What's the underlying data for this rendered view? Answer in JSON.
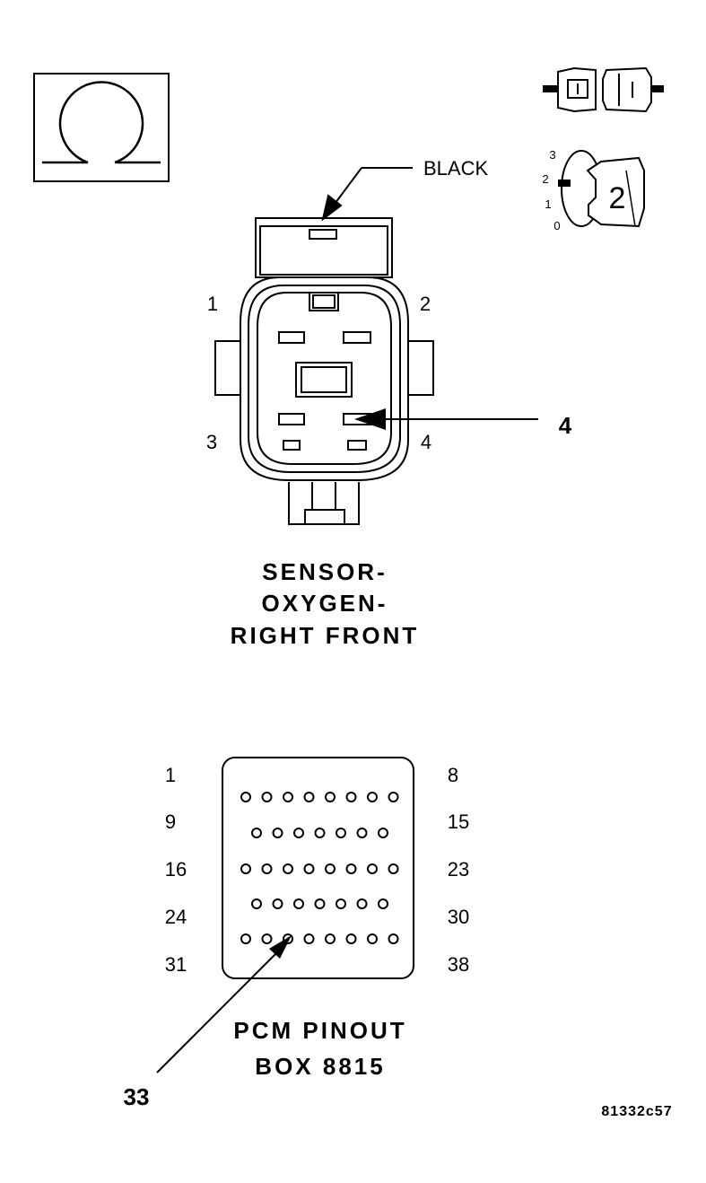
{
  "ohmmeter_icon": {
    "name": "ohm-symbol-icon"
  },
  "disconnect_icon": {
    "name": "disconnect-connector-icon"
  },
  "ignition_icon": {
    "name": "ignition-key-icon",
    "positions": [
      "3",
      "2",
      "1",
      "0"
    ],
    "key_label": "2"
  },
  "sensor_connector": {
    "color_label": "BLACK",
    "pin_labels": [
      "1",
      "2",
      "3",
      "4"
    ],
    "callout": "4",
    "title_lines": [
      "SENSOR-",
      "OXYGEN-",
      "RIGHT FRONT"
    ]
  },
  "pcm_connector": {
    "left_labels": [
      "1",
      "9",
      "16",
      "24",
      "31"
    ],
    "right_labels": [
      "8",
      "15",
      "23",
      "30",
      "38"
    ],
    "row_pin_counts": [
      8,
      7,
      8,
      7,
      8
    ],
    "callout": "33",
    "title_lines": [
      "PCM PINOUT",
      "BOX 8815"
    ]
  },
  "figure_code": "81332c57"
}
